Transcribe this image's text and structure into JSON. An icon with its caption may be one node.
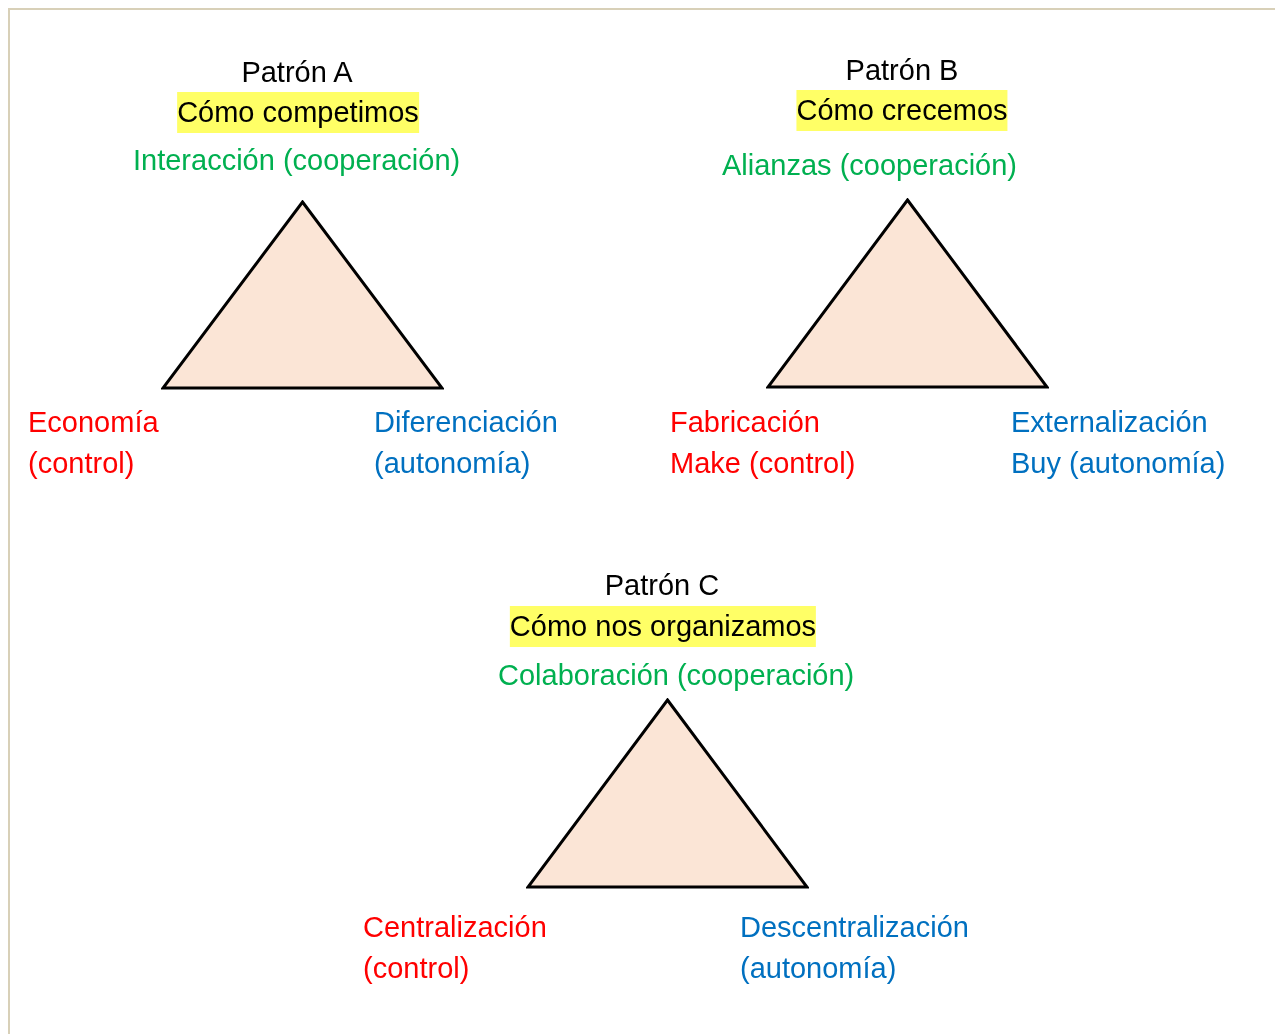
{
  "diagram": {
    "nodes": [
      {
        "text": [],
        "shape": "triangle",
        "beside": [
          "Patrón A",
          "Cómo competimos",
          "Interacción (cooperación)",
          "Economía (control)",
          "Diferenciación (autonomía)"
        ]
      },
      {
        "text": [],
        "shape": "triangle",
        "beside": [
          "Patrón B",
          "Cómo crecemos",
          "Alianzas (cooperación)",
          "Fabricación Make (control)",
          "Externalización Buy (autonomía)"
        ]
      },
      {
        "text": [],
        "shape": "triangle",
        "beside": [
          "Patrón C",
          "Cómo nos organizamos",
          "Colaboración (cooperación)",
          "Centralización (control)",
          "Descentralización (autonomía)"
        ]
      }
    ]
  }
}
